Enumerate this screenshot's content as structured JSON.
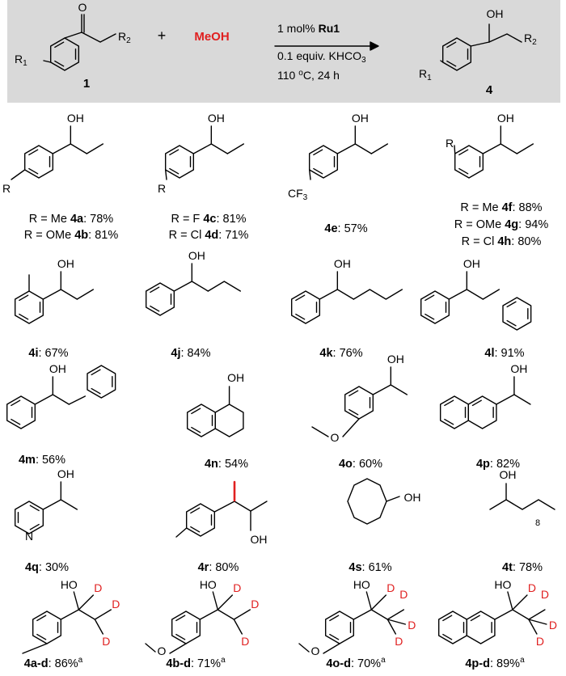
{
  "reaction": {
    "r_sub": "1",
    "r2_sub": "2",
    "plus": "+",
    "reagent": "MeOH",
    "cond1_pre": "1 mol% ",
    "cond1_cat": "Ru1",
    "cond2": "0.1 equiv. KHCO",
    "cond2_sub": "3",
    "cond3_pre": "110 ",
    "cond3_sup": "o",
    "cond3_post": "C, 24 h",
    "sm_label": "1",
    "product_label": "4"
  },
  "atoms": {
    "R": "R",
    "OH": "OH",
    "O": "O",
    "D": "D",
    "N": "N",
    "CF3": "CF",
    "CF3_sub": "3",
    "HO": "HO",
    "eight": "8",
    "R1": "R",
    "R2": "R"
  },
  "compounds": [
    {
      "id": "4a",
      "lines": [
        {
          "pre": "R = Me ",
          "cmp": "4a",
          "post": ": 78%"
        },
        {
          "pre": "R = OMe ",
          "cmp": "4b",
          "post": ": 81%"
        }
      ]
    },
    {
      "id": "4c",
      "lines": [
        {
          "pre": "R = F ",
          "cmp": "4c",
          "post": ": 81%"
        },
        {
          "pre": "R = Cl ",
          "cmp": "4d",
          "post": ": 71%"
        }
      ]
    },
    {
      "id": "4e",
      "lines": [
        {
          "pre": "",
          "cmp": "4e",
          "post": ": 57%"
        }
      ]
    },
    {
      "id": "4f",
      "lines": [
        {
          "pre": "R = Me ",
          "cmp": "4f",
          "post": ": 88%"
        },
        {
          "pre": "R = OMe ",
          "cmp": "4g",
          "post": ": 94%"
        },
        {
          "pre": "R = Cl ",
          "cmp": "4h",
          "post": ": 80%"
        }
      ]
    },
    {
      "id": "4i",
      "lines": [
        {
          "pre": "",
          "cmp": "4i",
          "post": ": 67%"
        }
      ]
    },
    {
      "id": "4j",
      "lines": [
        {
          "pre": "",
          "cmp": "4j",
          "post": ": 84%"
        }
      ]
    },
    {
      "id": "4k",
      "lines": [
        {
          "pre": "",
          "cmp": "4k",
          "post": ": 76%"
        }
      ]
    },
    {
      "id": "4l",
      "lines": [
        {
          "pre": "",
          "cmp": "4l",
          "post": ": 91%"
        }
      ]
    },
    {
      "id": "4m",
      "lines": [
        {
          "pre": "",
          "cmp": "4m",
          "post": ": 56%"
        }
      ]
    },
    {
      "id": "4n",
      "lines": [
        {
          "pre": "",
          "cmp": "4n",
          "post": ": 54%"
        }
      ]
    },
    {
      "id": "4o",
      "lines": [
        {
          "pre": "",
          "cmp": "4o",
          "post": ": 60%"
        }
      ]
    },
    {
      "id": "4p",
      "lines": [
        {
          "pre": "",
          "cmp": "4p",
          "post": ": 82%"
        }
      ]
    },
    {
      "id": "4q",
      "lines": [
        {
          "pre": "",
          "cmp": "4q",
          "post": ": 30%"
        }
      ]
    },
    {
      "id": "4r",
      "lines": [
        {
          "pre": "",
          "cmp": "4r",
          "post": ": 80%"
        }
      ]
    },
    {
      "id": "4s",
      "lines": [
        {
          "pre": "",
          "cmp": "4s",
          "post": ": 61%"
        }
      ]
    },
    {
      "id": "4t",
      "lines": [
        {
          "pre": "",
          "cmp": "4t",
          "post": ": 78%"
        }
      ]
    },
    {
      "id": "4a-d",
      "lines": [
        {
          "pre": "",
          "cmp": "4a-d",
          "post": ": 86%",
          "sup": "a"
        }
      ]
    },
    {
      "id": "4b-d",
      "lines": [
        {
          "pre": "",
          "cmp": "4b-d",
          "post": ": 71%",
          "sup": "a"
        }
      ]
    },
    {
      "id": "4o-d",
      "lines": [
        {
          "pre": "",
          "cmp": "4o-d",
          "post": ": 70%",
          "sup": "a"
        }
      ]
    },
    {
      "id": "4p-d",
      "lines": [
        {
          "pre": "",
          "cmp": "4p-d",
          "post": ": 89%",
          "sup": "a"
        }
      ]
    }
  ],
  "colors": {
    "header_bg": "#d9d9d9",
    "accent": "#e02020",
    "bond": "#000000"
  }
}
